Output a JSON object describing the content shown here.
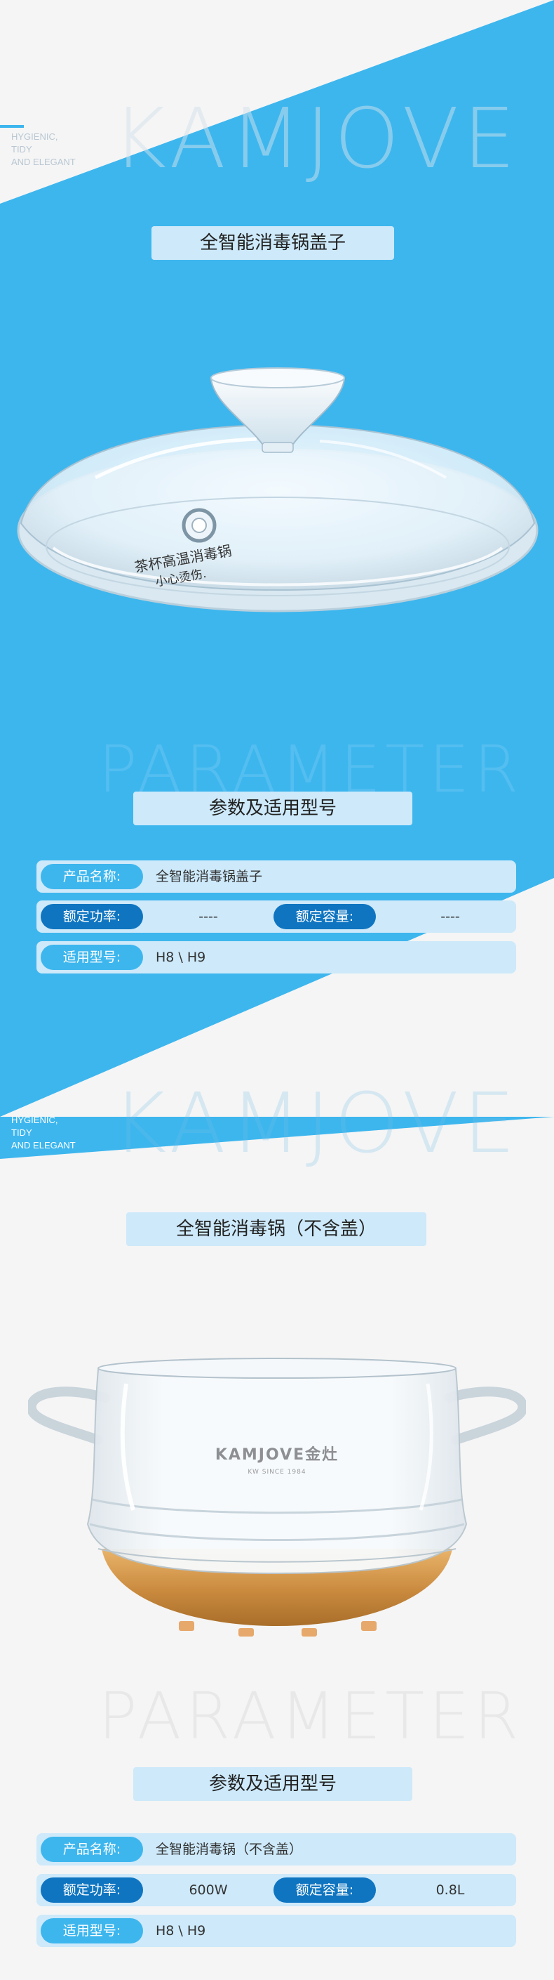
{
  "brand_watermark": "KAMJOVE",
  "parameter_watermark": "PARAMETER",
  "tagline": [
    "HYGIENIC,",
    "TIDY",
    "AND ELEGANT"
  ],
  "product1": {
    "title": "全智能消毒锅盖子",
    "lid_label_top": "茶杯高温消毒锅",
    "lid_label_bottom": "小心烫伤."
  },
  "params1": {
    "title": "参数及适用型号",
    "name_label": "产品名称:",
    "name_value": "全智能消毒锅盖子",
    "power_label": "额定功率:",
    "power_value": "----",
    "capacity_label": "额定容量:",
    "capacity_value": "----",
    "model_label": "适用型号:",
    "model_value": "H8 \\ H9"
  },
  "product2": {
    "title": "全智能消毒锅（不含盖）",
    "pot_logo": "KAMJOVE金灶",
    "pot_subtitle": "KW SINCE 1984"
  },
  "params2": {
    "title": "参数及适用型号",
    "name_label": "产品名称:",
    "name_value": "全智能消毒锅（不含盖）",
    "power_label": "额定功率:",
    "power_value": "600W",
    "capacity_label": "额定容量:",
    "capacity_value": "0.8L",
    "model_label": "适用型号:",
    "model_value": "H8 \\ H9"
  },
  "colors": {
    "primary_blue": "#3db6ee",
    "dark_blue": "#0f75c1",
    "light_blue": "#cde9fa",
    "gray_bg": "#f5f5f5"
  }
}
